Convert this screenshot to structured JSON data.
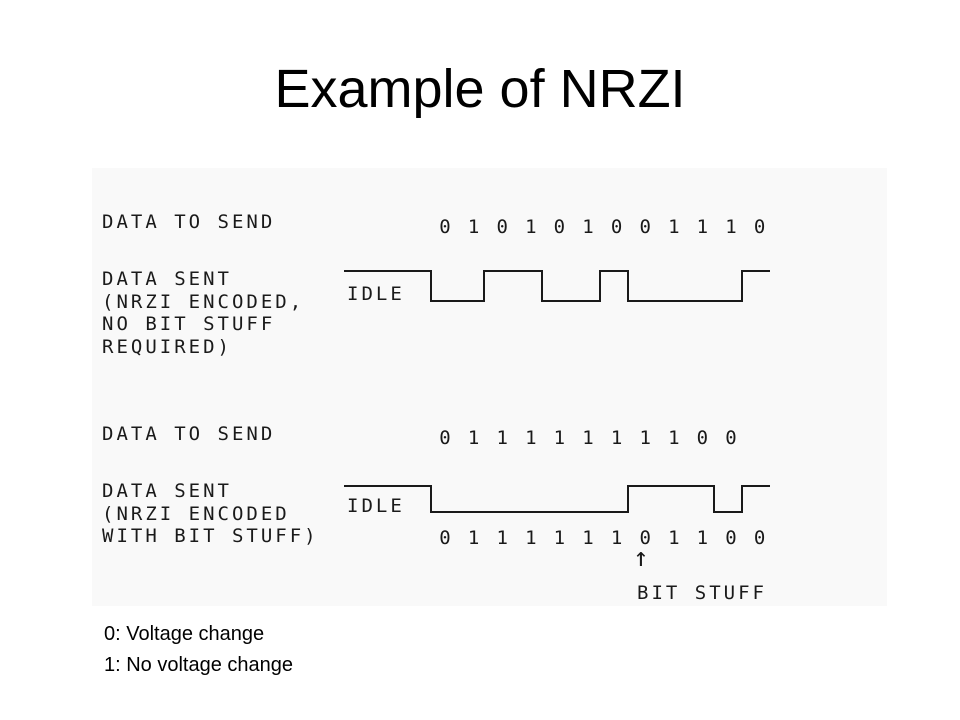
{
  "title": "Example of NRZI",
  "colors": {
    "figure_background": "#f9f9f9",
    "ink": "#1a1a1a"
  },
  "diagram": {
    "example1": {
      "data_label": "DATA TO SEND",
      "data_bits": [
        "0",
        "1",
        "0",
        "1",
        "0",
        "1",
        "0",
        "0",
        "1",
        "1",
        "1",
        "0"
      ],
      "sent_label_lines": [
        "DATA SENT",
        "(NRZI ENCODED,",
        "NO BIT STUFF",
        "REQUIRED)"
      ],
      "idle_label": "IDLE"
    },
    "example2": {
      "data_label": "DATA TO SEND",
      "data_bits": [
        "0",
        "1",
        "1",
        "1",
        "1",
        "1",
        "1",
        "1",
        "1",
        "0",
        "0"
      ],
      "sent_label_lines": [
        "DATA SENT",
        "(NRZI ENCODED",
        "WITH BIT STUFF)"
      ],
      "idle_label": "IDLE",
      "sent_bits": [
        "0",
        "1",
        "1",
        "1",
        "1",
        "1",
        "1",
        "0",
        "1",
        "1",
        "0",
        "0"
      ],
      "bit_stuff_label": "BIT STUFF",
      "bit_stuff_arrow": "↑"
    }
  },
  "notes": [
    "0: Voltage change",
    "1: No voltage change"
  ]
}
